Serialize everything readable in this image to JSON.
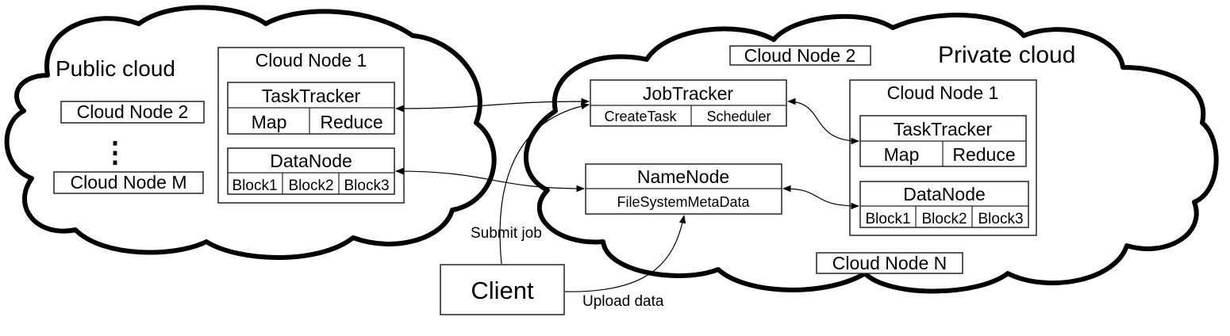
{
  "public_cloud": {
    "title": "Public cloud",
    "node_primary": "Cloud Node 1",
    "node_second": "Cloud Node 2",
    "ellipsis": "⋮",
    "node_last": "Cloud Node M",
    "tasktracker": {
      "title": "TaskTracker",
      "map": "Map",
      "reduce": "Reduce"
    },
    "datanode": {
      "title": "DataNode",
      "blocks": [
        "Block1",
        "Block2",
        "Block3"
      ]
    }
  },
  "private_cloud": {
    "title": "Private cloud",
    "node_top": "Cloud Node 2",
    "node_primary": "Cloud Node 1",
    "node_last": "Cloud Node N",
    "jobtracker": {
      "title": "JobTracker",
      "create_task": "CreateTask",
      "scheduler": "Scheduler"
    },
    "namenode": {
      "title": "NameNode",
      "metadata": "FileSystemMetaData"
    },
    "tasktracker": {
      "title": "TaskTracker",
      "map": "Map",
      "reduce": "Reduce"
    },
    "datanode": {
      "title": "DataNode",
      "blocks": [
        "Block1",
        "Block2",
        "Block3"
      ]
    }
  },
  "client": {
    "label": "Client",
    "submit_job": "Submit job",
    "upload_data": "Upload data"
  }
}
